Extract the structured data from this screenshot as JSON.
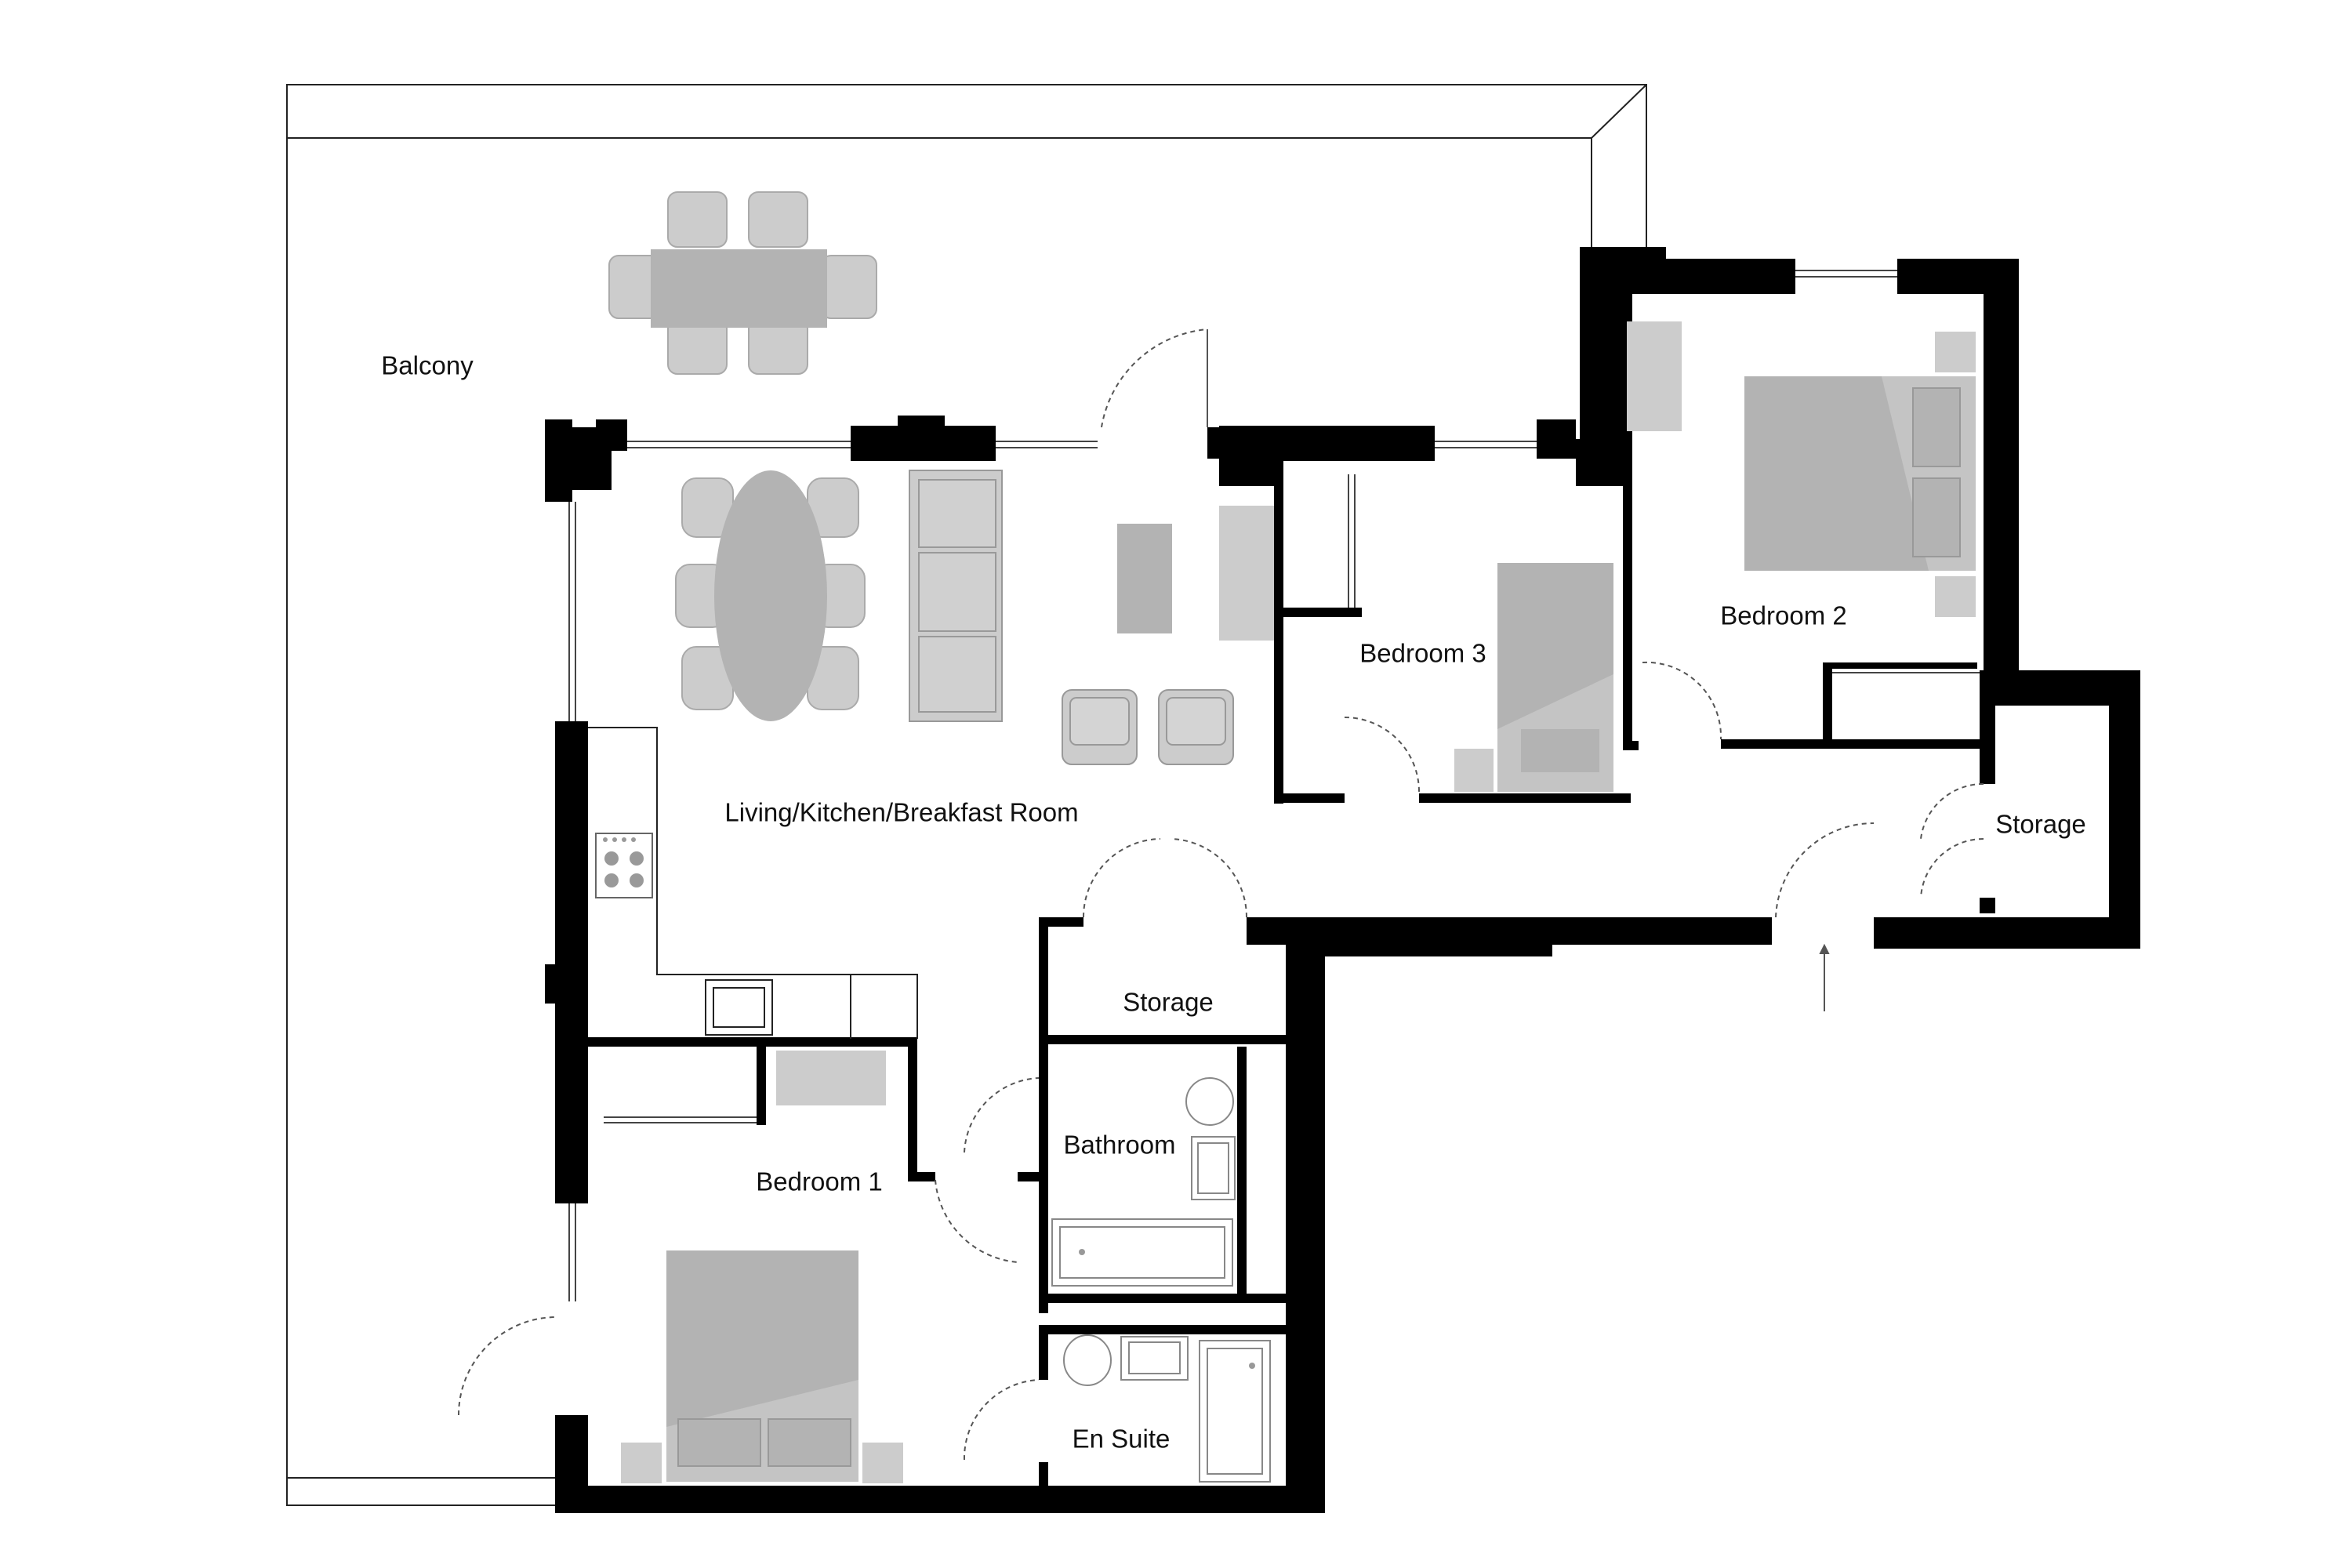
{
  "rooms": {
    "balcony": "Balcony",
    "living": "Living/Kitchen/Breakfast Room",
    "bedroom1": "Bedroom 1",
    "bedroom2": "Bedroom 2",
    "bedroom3": "Bedroom 3",
    "bathroom": "Bathroom",
    "ensuite": "En Suite",
    "storage_hall": "Storage",
    "storage_right": "Storage"
  },
  "colors": {
    "wall": "#000000",
    "furniture": "#cccccc",
    "furniture_dark": "#b3b3b3",
    "outline": "#222222",
    "door_arc": "#555555"
  }
}
